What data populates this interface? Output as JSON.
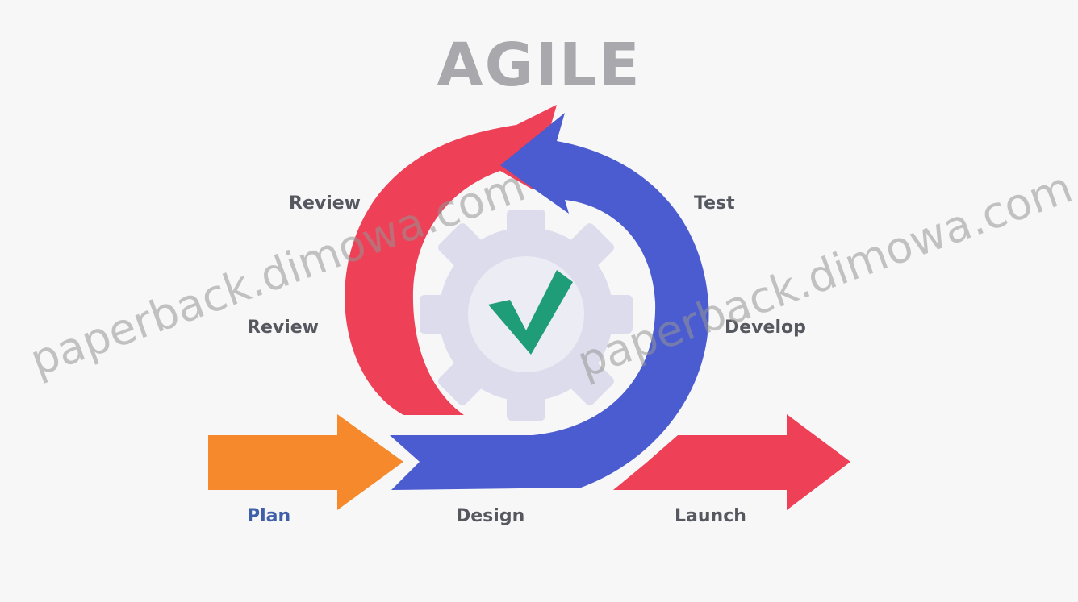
{
  "title": "AGILE",
  "labels": {
    "plan": "Plan",
    "design": "Design",
    "launch": "Launch",
    "review_left": "Review",
    "review_top": "Review",
    "test": "Test",
    "develop": "Develop"
  },
  "watermark": "paperback.dimowa.com",
  "colors": {
    "orange": "#f5892b",
    "red": "#ee4057",
    "blue": "#4a5ccf",
    "gear": "#dcdcec",
    "check": "#1f9d78",
    "title": "#a9a9ad"
  },
  "icons": {
    "center": "gear-check-icon"
  }
}
